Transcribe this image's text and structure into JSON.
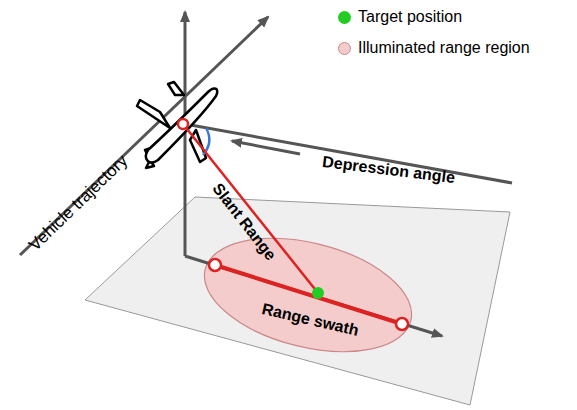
{
  "diagram": {
    "labels": [
      "Vehicle trajectory",
      "Slant Range",
      "Depression angle",
      "Range swath"
    ],
    "legend": [
      {
        "text": "Target position",
        "color": "#22cc22"
      },
      {
        "text": "Illuminated range region",
        "color": "#f4cccc"
      }
    ]
  }
}
